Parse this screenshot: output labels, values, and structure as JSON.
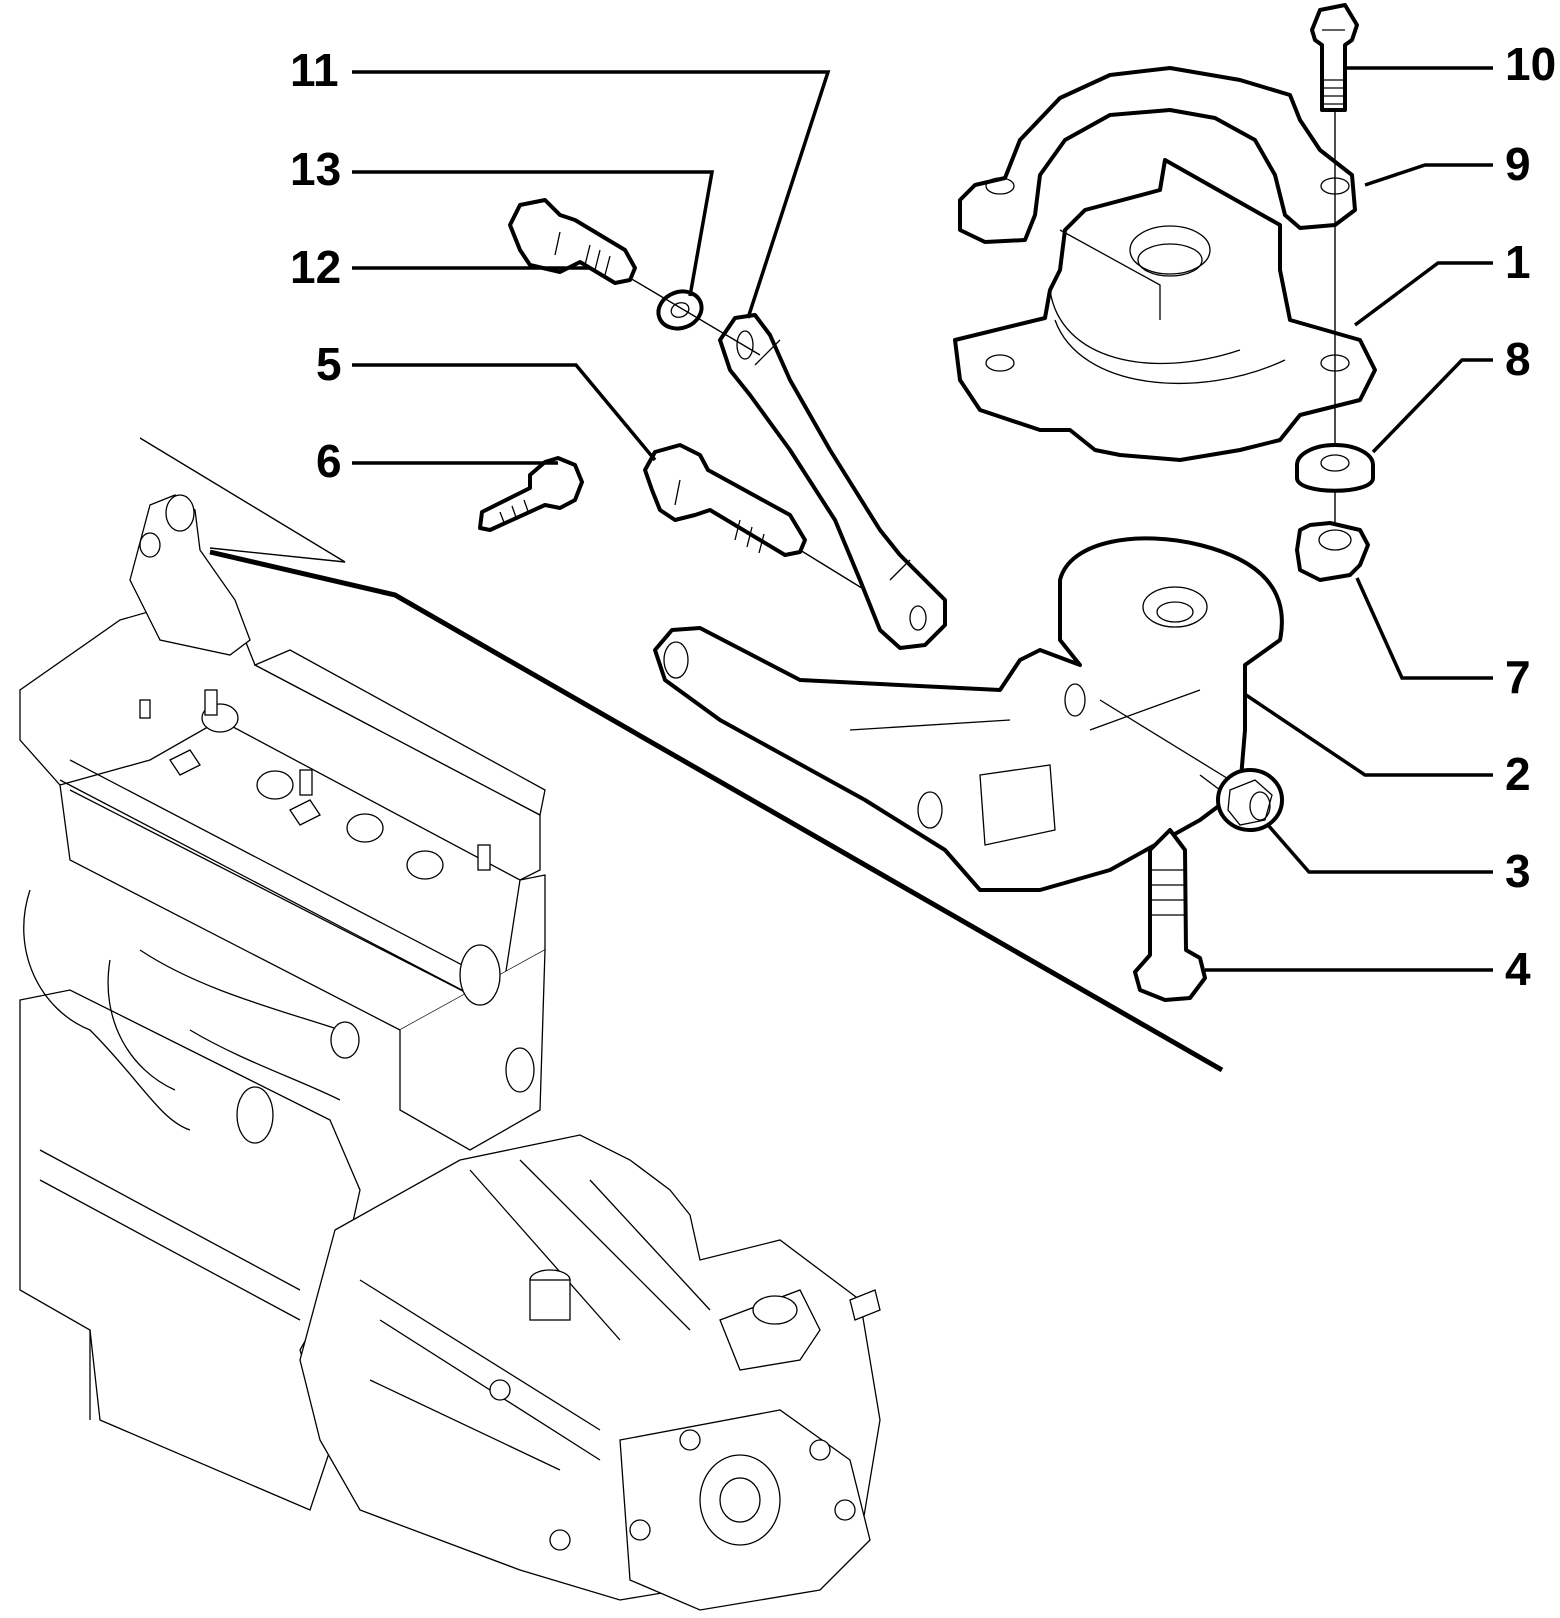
{
  "diagram": {
    "type": "exploded-parts-diagram",
    "subject": "Engine mount assembly",
    "callouts": [
      {
        "id": "11",
        "label": "11"
      },
      {
        "id": "13",
        "label": "13"
      },
      {
        "id": "12",
        "label": "12"
      },
      {
        "id": "5",
        "label": "5"
      },
      {
        "id": "6",
        "label": "6"
      },
      {
        "id": "10",
        "label": "10"
      },
      {
        "id": "9",
        "label": "9"
      },
      {
        "id": "1",
        "label": "1"
      },
      {
        "id": "8",
        "label": "8"
      },
      {
        "id": "7",
        "label": "7"
      },
      {
        "id": "2",
        "label": "2"
      },
      {
        "id": "3",
        "label": "3"
      },
      {
        "id": "4",
        "label": "4"
      }
    ],
    "parts": [
      {
        "callout": "1",
        "name": "engine-mount-rubber"
      },
      {
        "callout": "2",
        "name": "mount-bracket"
      },
      {
        "callout": "3",
        "name": "flange-nut"
      },
      {
        "callout": "4",
        "name": "flange-bolt"
      },
      {
        "callout": "5",
        "name": "flange-bolt"
      },
      {
        "callout": "6",
        "name": "flange-bolt"
      },
      {
        "callout": "7",
        "name": "hex-nut"
      },
      {
        "callout": "8",
        "name": "washer"
      },
      {
        "callout": "9",
        "name": "retaining-strap"
      },
      {
        "callout": "10",
        "name": "hex-bolt"
      },
      {
        "callout": "11",
        "name": "tie-rod"
      },
      {
        "callout": "12",
        "name": "flange-bolt"
      },
      {
        "callout": "13",
        "name": "lock-washer"
      }
    ]
  }
}
